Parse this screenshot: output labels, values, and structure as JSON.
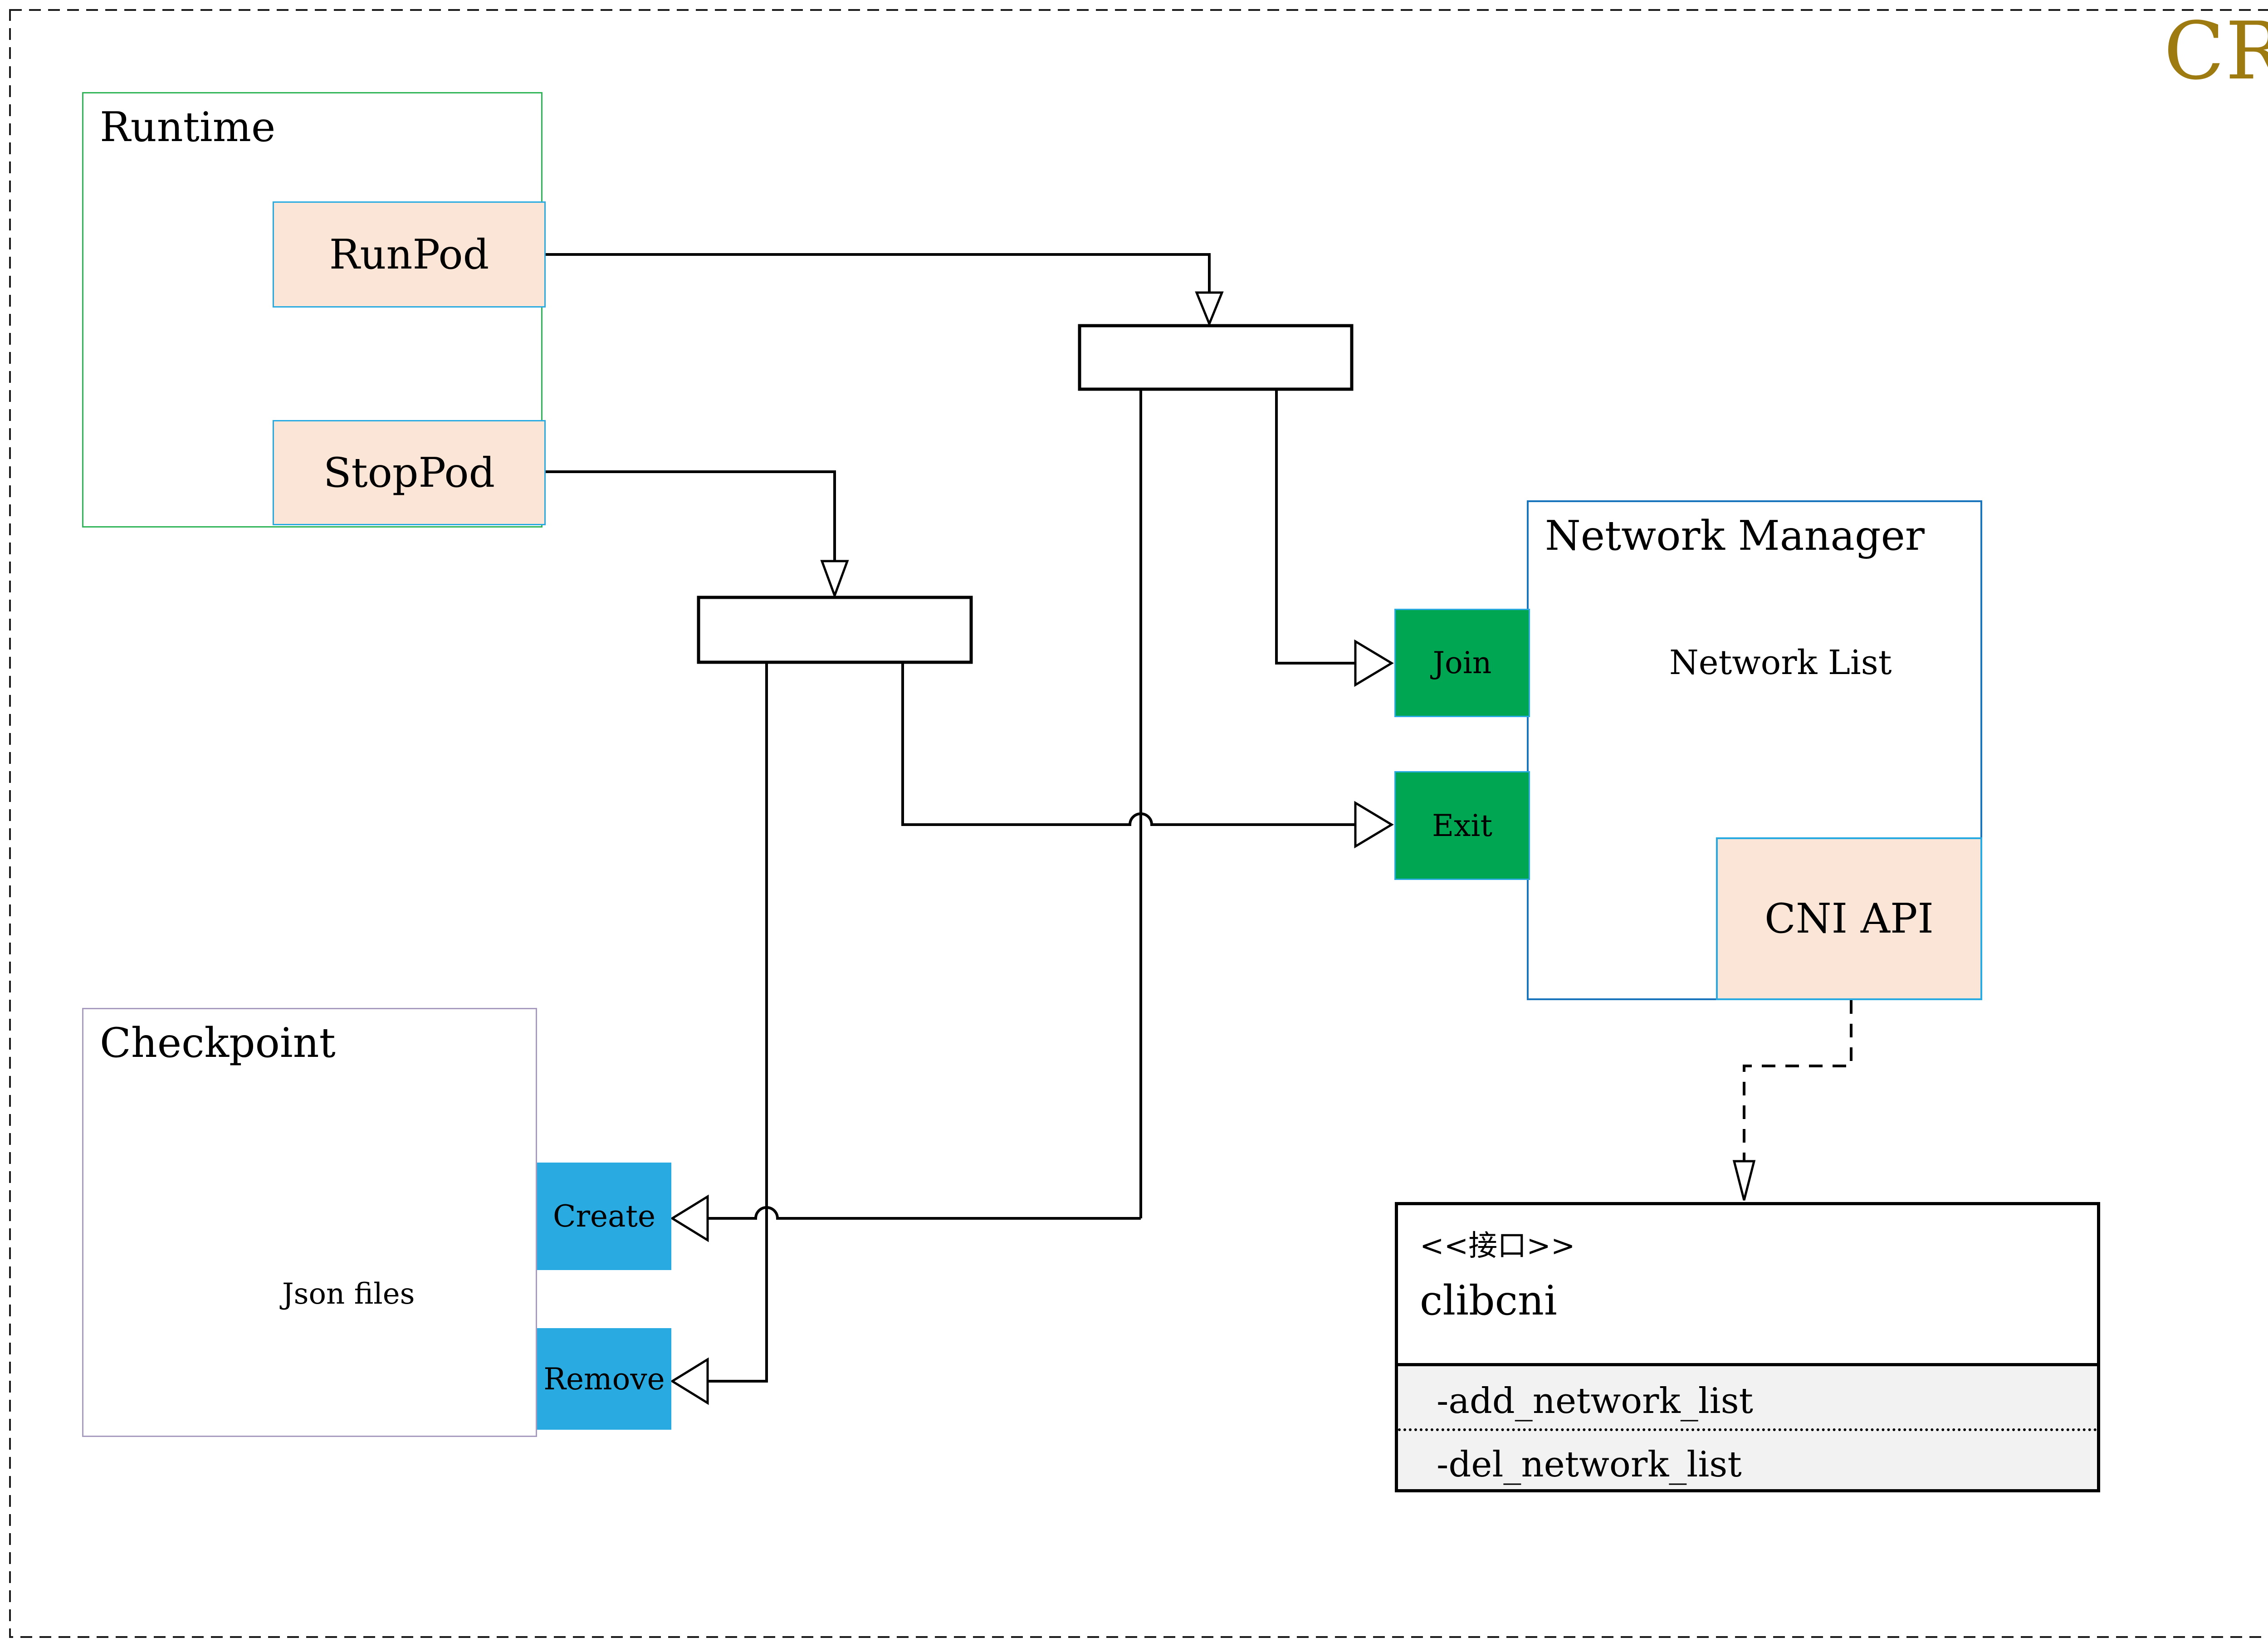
{
  "page": {
    "badge": "CRI"
  },
  "runtime": {
    "title": "Runtime",
    "run_pod": "RunPod",
    "stop_pod": "StopPod"
  },
  "network_manager": {
    "title": "Network Manager",
    "network_list": "Network List",
    "join": "Join",
    "exit": "Exit",
    "cni_api": "CNI API"
  },
  "checkpoint": {
    "title": "Checkpoint",
    "json_files": "Json files",
    "create": "Create",
    "remove": "Remove"
  },
  "interface_box": {
    "stereotype": "<<接口>>",
    "name": "clibcni",
    "method_add": "-add_network_list",
    "method_del": "-del_network_list"
  },
  "colors": {
    "badge_gold": "#9E7B10",
    "runtime_border_green": "#2FB457",
    "cyan_border": "#29ABE2",
    "peach_fill": "#FBE5D6",
    "green_fill": "#00A651",
    "blue_fill": "#29ABE2",
    "network_manager_border": "#1B75BC",
    "checkpoint_border_purple": "#A79CC0",
    "cylinder_stroke": "#666666",
    "uml_fields_bg": "#F2F2F2",
    "connector": "#000000"
  }
}
